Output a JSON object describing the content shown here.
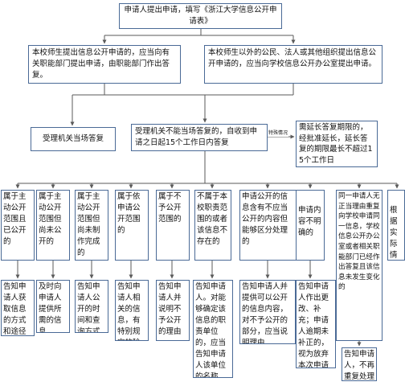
{
  "flowchart": {
    "top": "申请人提出申请，填写《浙江大学信息公开申请表》",
    "staff_branch": "本校师生提出信息公开申请的，应当向有关职能部门提出申请，由职能部门作出答复。",
    "public_branch": "本校师生以外的公民、法人或其他组织提出信息公开申请的，应当向学校信息公开办公室提出申请。",
    "on_the_spot": "受理机关当场答复",
    "deadline_15": "受理机关不能当场答复的，自收到申请之日起15个工作日内答复",
    "extension_note": "特殊情况",
    "extension": "需延长答复期限的，经批准延长，延长答复的期限最长不超过15个工作日",
    "categories": [
      "属于主动公开范围且已公开的",
      "属于主动公开范围但尚未公开的",
      "属于主动公开范围但尚未制作完成的",
      "属于依申请公开范围的",
      "属于不予公开范围的",
      "不属于本校职责范围的或者该信息不存在的",
      "申请公开的信息含有不应当公开的内容但能够区分处理的",
      "申请内容不明确的",
      "同一申请人无正当理由重复向学校申请同一信息，学校信息公开办公室或者相关职能部门已经作出答复且该信息未发生变化的",
      "根据实际情况作出的其他答复"
    ],
    "responses": [
      "告知申请人获取信息的方式和途径",
      "及时向申请人提供所需的信息",
      "告知申请人公开的时间和查询方式",
      "告知申请人相关的信息，有特别规定的除外",
      "告知申请人并说明不予公开的理由",
      "告知申请人。对能够确定该信息的职责单位的，应当告知申请人该单位的名称、联系方式",
      "告知申请人并提供可以公开的信息内容，对不予公开的部分，应当说明理由",
      "告知申请人作出更改、补充；申请人逾期未补正的，视为放弃本次申请",
      "告知申请人，不再重复处理"
    ]
  }
}
